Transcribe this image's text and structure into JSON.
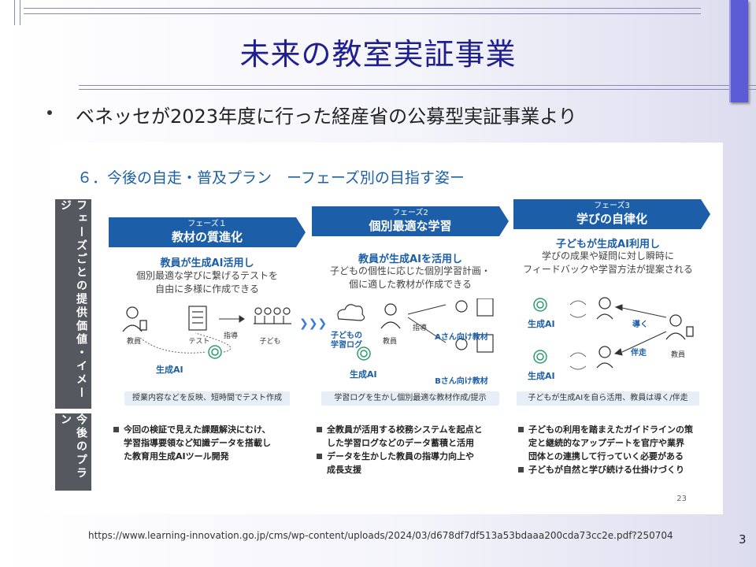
{
  "slide": {
    "title": "未来の教室実証事業",
    "bullet": "ベネッセが2023年度に行った経産省の公募型実証事業より",
    "url": "https://www.learning-innovation.go.jp/cms/wp-content/uploads/2024/03/d678df7df513a53bdaaa200cda73cc2e.pdf?250704",
    "slide_number": "3"
  },
  "figure": {
    "heading": "６．今後の自走・普及プラン　ーフェーズ別の目指す姿ー",
    "row1_label": "フェーズごとの提供価値・イメージ",
    "row2_label": "今後のプラン",
    "page_number": "23",
    "phases": [
      {
        "phase_label": "フェーズ１",
        "phase_title": "教材の質進化",
        "subtitle": "教員が生成AI活用し",
        "desc1": "個別最適な学びに繋げるテストを",
        "desc2": "自由に多様に作成できる",
        "lbl_teacher": "教員",
        "lbl_test": "テスト",
        "lbl_guide": "指導",
        "lbl_children": "子ども",
        "lbl_ai": "生成AI",
        "caption": "授業内容などを反映、短時間でテスト作成",
        "plan": [
          "今回の検証で見えた課題解決にむけ、",
          "学習指導要領など知識データを搭載し",
          "た教育用生成AIツール開発"
        ]
      },
      {
        "phase_label": "フェーズ2",
        "phase_title": "個別最適な学習",
        "subtitle": "教員が生成AIを活用し",
        "desc1": "子どもの個性に応じた個別学習計画・",
        "desc2": "個に適した教材が作成できる",
        "lbl_log1": "子どもの",
        "lbl_log2": "学習ログ",
        "lbl_teacher": "教員",
        "lbl_guide": "指導",
        "lbl_a": "Aさん向け教材",
        "lbl_b": "Bさん向け教材",
        "lbl_ai": "生成AI",
        "caption": "学習ログを生かし個別最適な教材作成/提示",
        "plan_items": [
          [
            "全教員が活用する校務システムを起点と",
            "した学習ログなどのデータ蓄積と活用"
          ],
          [
            "データを生かした教員の指導力向上や",
            "成長支援"
          ]
        ]
      },
      {
        "phase_label": "フェーズ3",
        "phase_title": "学びの自律化",
        "subtitle": "子どもが生成AI利用し",
        "desc1": "学びの成果や疑問に対し瞬時に",
        "desc2": "フィードバックや学習方法が提案される",
        "lbl_ai": "生成AI",
        "lbl_lead": "導く",
        "lbl_accompany": "伴走",
        "lbl_teacher": "教員",
        "caption": "子どもが生成AIを自ら活用、教員は導く/伴走",
        "plan_items": [
          [
            "子どもの利用を踏まえたガイドラインの策",
            "定と継続的なアップデートを官庁や業界",
            "団体との連携して行っていく必要がある"
          ],
          [
            "子どもが自然と学び続ける仕掛けづくり"
          ]
        ]
      }
    ]
  },
  "colors": {
    "title": "#1f1f8f",
    "phase_blue": "#1c5ea8",
    "sidebar": "#55585e",
    "caption_bg": "#e6eef8",
    "accent_bar": "#5b5bd6"
  }
}
